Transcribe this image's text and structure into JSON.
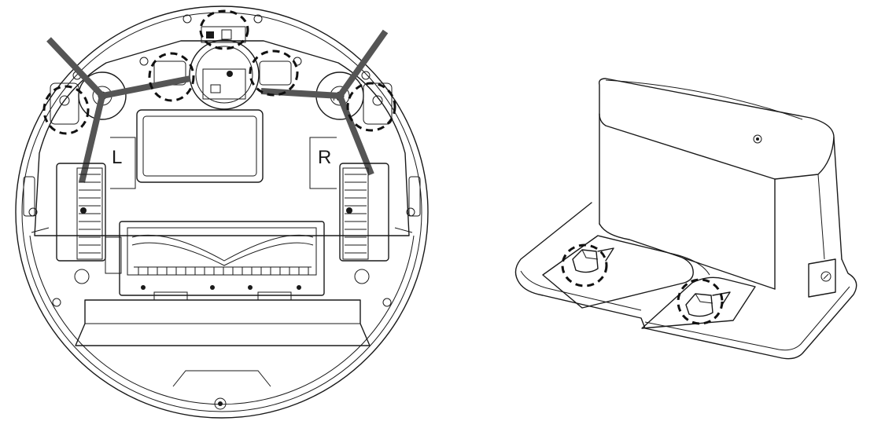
{
  "robot": {
    "left_label": "L",
    "right_label": "R",
    "brush_mark": "R"
  },
  "colors": {
    "line": "#1a1a1a",
    "brush_arm": "#555555",
    "highlight": "#111111"
  }
}
